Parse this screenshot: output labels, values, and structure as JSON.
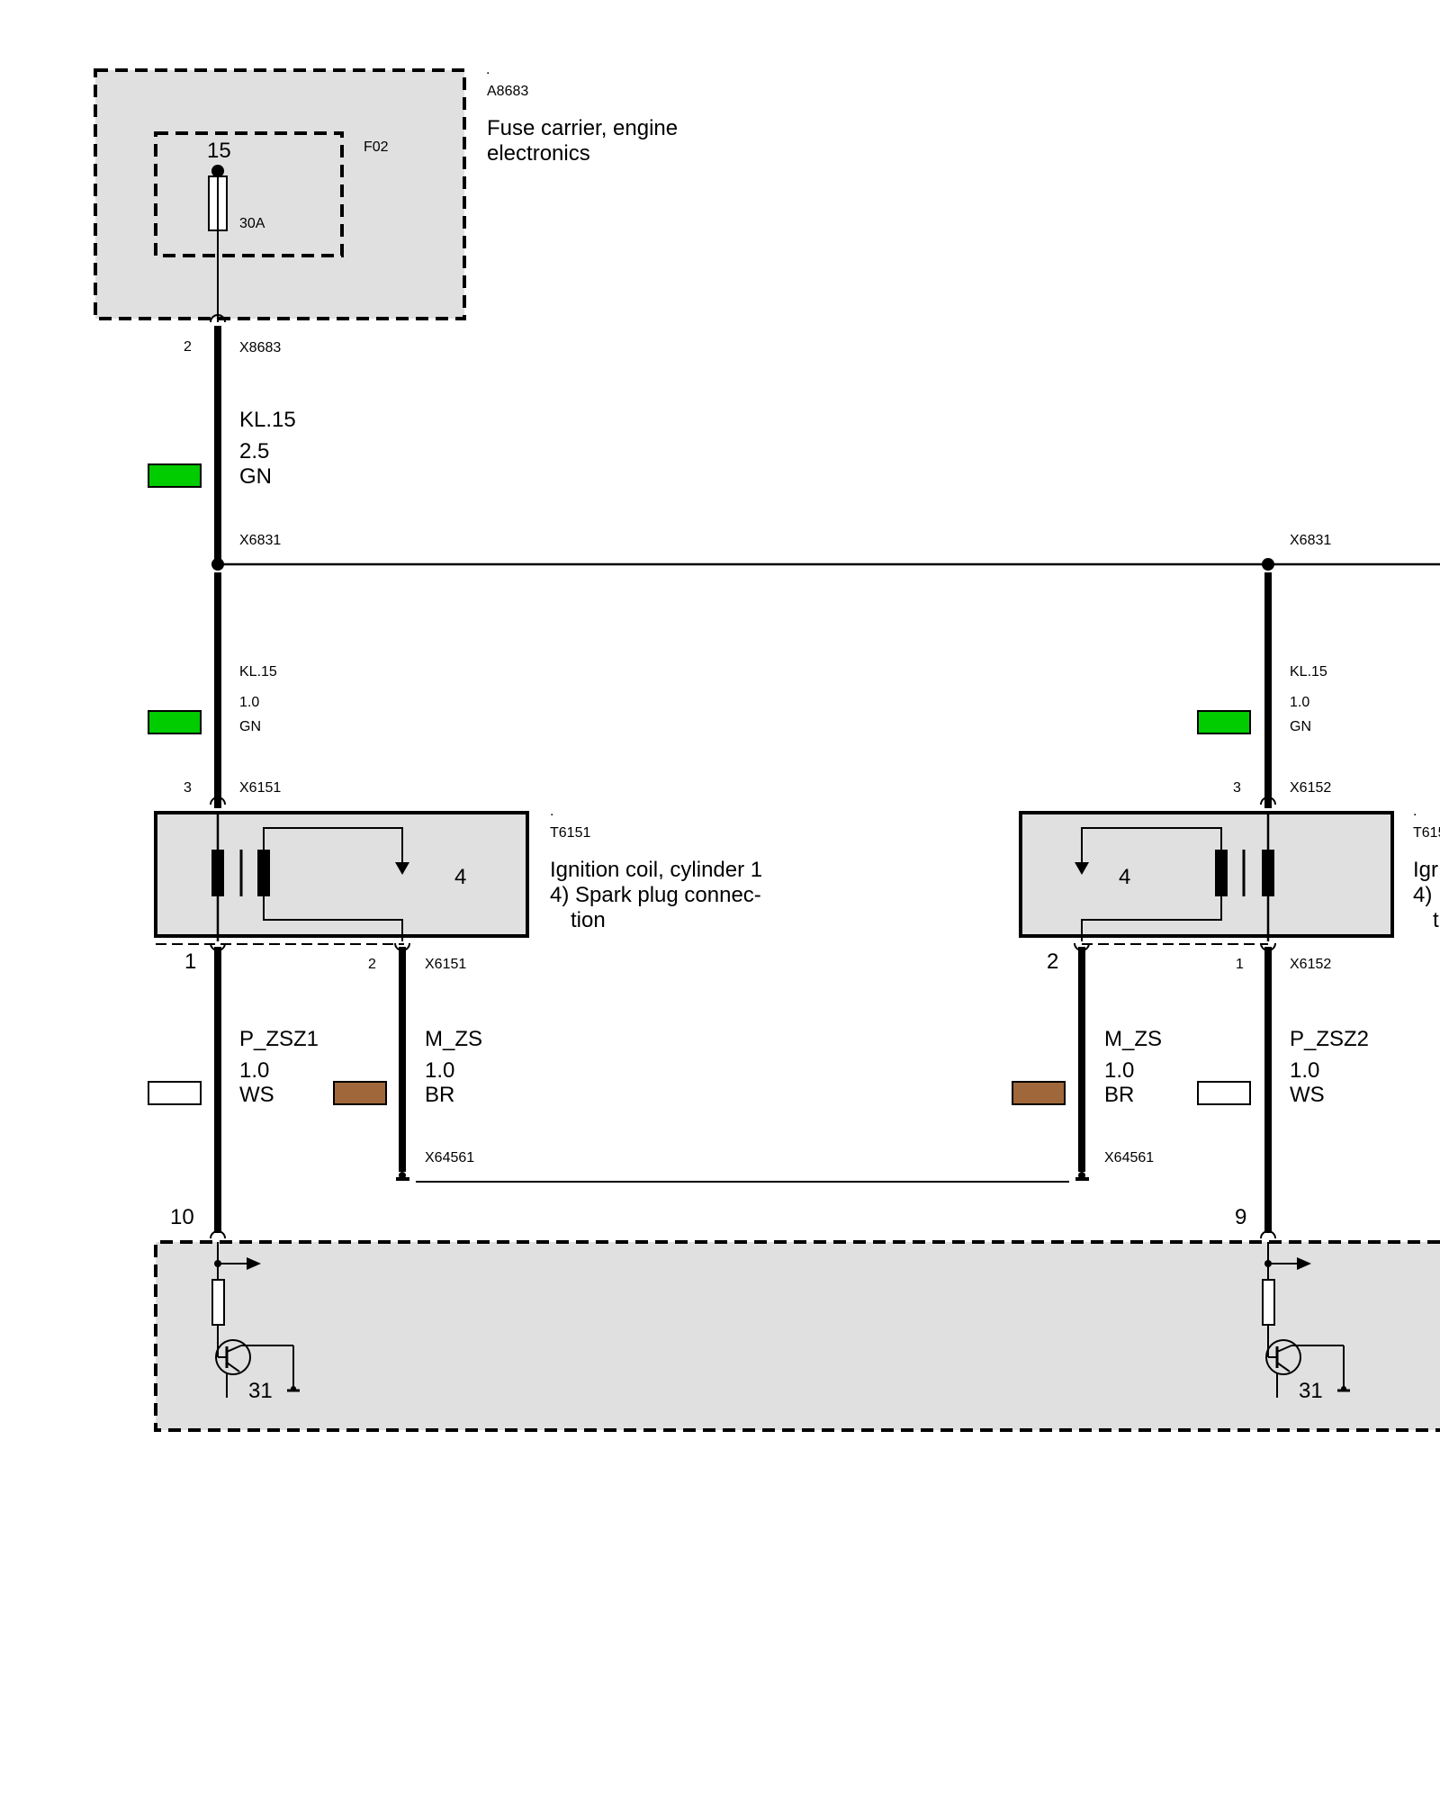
{
  "colors": {
    "GN": "#00cc00",
    "BR": "#a0683a",
    "WS": "#ffffff",
    "component_fill": "#e0e0e0"
  },
  "fuse_carrier": {
    "dot": ".",
    "id": "A8683",
    "name_line1": "Fuse carrier, engine",
    "name_line2": "electronics",
    "fuse_box_id": "F02",
    "terminal": "15",
    "rating": "30A",
    "connector_pin": "2",
    "connector": "X8683"
  },
  "wire_main": {
    "signal": "KL.15",
    "gauge": "2.5",
    "color": "GN"
  },
  "splice": {
    "left_label": "X6831",
    "right_label": "X6831"
  },
  "branch_left": {
    "signal": "KL.15",
    "gauge": "1.0",
    "color": "GN",
    "pin": "3",
    "connector": "X6151"
  },
  "branch_right": {
    "signal": "KL.15",
    "gauge": "1.0",
    "color": "GN",
    "pin": "3",
    "connector": "X6152"
  },
  "coil1": {
    "dot": ".",
    "id": "T6151",
    "name_line1": "Ignition coil, cylinder 1",
    "name_line2": "4) Spark plug connec-",
    "name_line3": "tion",
    "secondary": "4",
    "pin1": "1",
    "pin2": "2",
    "connector": "X6151"
  },
  "coil2": {
    "dot": ".",
    "id": "T615",
    "name_line1": "Igr",
    "name_line2": "4)",
    "name_line3": "t",
    "secondary": "4",
    "pin1": "1",
    "pin2": "2",
    "connector": "X6152"
  },
  "wires_lower": {
    "p1_signal": "P_ZSZ1",
    "p1_gauge": "1.0",
    "p1_color": "WS",
    "m1_signal": "M_ZS",
    "m1_gauge": "1.0",
    "m1_color": "BR",
    "m2_signal": "M_ZS",
    "m2_gauge": "1.0",
    "m2_color": "BR",
    "p2_signal": "P_ZSZ2",
    "p2_gauge": "1.0",
    "p2_color": "WS",
    "ground_left": "X64561",
    "ground_right": "X64561"
  },
  "ecu": {
    "pin_left": "10",
    "pin_right": "9",
    "ground_left": "31",
    "ground_right": "31"
  }
}
